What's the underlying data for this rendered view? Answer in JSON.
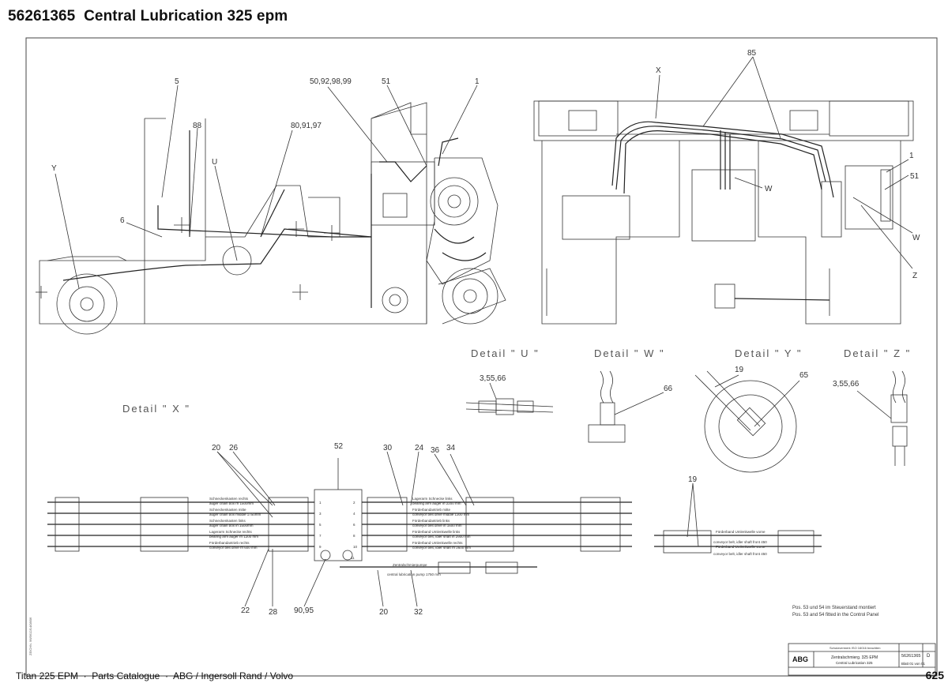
{
  "title": "56261365  Central Lubrication 325 epm",
  "footer": {
    "left": "Titan 225 EPM  ·  Parts Catalogue  ·  ABG / Ingersoll Rand / Volvo",
    "page": "625"
  },
  "details": {
    "u": "Detail \" U \"",
    "w": "Detail \" W \"",
    "y": "Detail \" Y \"",
    "z": "Detail \" Z \"",
    "x": "Detail \" X \""
  },
  "callouts": {
    "c5": "5",
    "c50": "50,92,98,99",
    "c51": "51",
    "c1": "1",
    "c88": "88",
    "c80": "80,91,97",
    "cU": "U",
    "cY": "Y",
    "c6": "6",
    "c85": "85",
    "cX": "X",
    "c1r": "1",
    "c51r": "51",
    "cW1": "W",
    "cW2": "W",
    "cZ": "Z",
    "c35a": "3,55,66",
    "c66": "66",
    "c19a": "19",
    "c65": "65",
    "c35b": "3,55,66",
    "c20a": "20",
    "c26": "26",
    "c52": "52",
    "c30": "30",
    "c24": "24",
    "c36": "36",
    "c34": "34",
    "c19b": "19",
    "c22": "22",
    "c28": "28",
    "c90": "90,95",
    "c20b": "20",
    "c32": "32"
  },
  "hose_labels_left": [
    [
      "Schneckenkasten rechts",
      "auger chain box rh 1500mm"
    ],
    [
      "Schneckenkasten mitte",
      "auger chain box middle 1750mm"
    ],
    [
      "Schneckenkasten links",
      "auger chain box lh 1500mm"
    ],
    [
      "Lagerarm Schnecke rechts",
      "bearing arm auger rh 1200 mm"
    ],
    [
      "Förderbandantrieb rechts",
      "conveyor belt drive rh 600 mm"
    ]
  ],
  "hose_labels_right": [
    [
      "Lagerarm Schnecke links",
      "bearing arm auger lh 2200 mm"
    ],
    [
      "Förderbandantrieb mitte",
      "conveyor belt drive middle 1300 mm"
    ],
    [
      "Förderbandantrieb links",
      "conveyor belt drive lh 1600 mm"
    ],
    [
      "Förderband Umlenkwelle links",
      "conveyor belt, idler shaft lh 2900 mm"
    ],
    [
      "Förderband Umlenkwelle rechts",
      "conveyor belt, idler shaft rh 2600 mm"
    ]
  ],
  "pump_label": [
    "Zentralschmierpumpe",
    "central lubrication pump 1750 mm"
  ],
  "idler_labels": [
    [
      "Förderband Umlenkwelle vorne",
      "conveyor belt, idler shaft front 450"
    ],
    [
      "Förderband Umlenkwelle vorne",
      "conveyor belt, idler shaft front 450"
    ]
  ],
  "block_ports": [
    "1",
    "2",
    "3",
    "4",
    "5",
    "6",
    "7",
    "8",
    "9",
    "10",
    "11"
  ],
  "notes": [
    "Pos. 53 und 54 im Steuerstand montiert",
    "Pos. 53 and 54 fitted in the Control Panel"
  ],
  "title_block": {
    "brand": "ABG",
    "doc_no": "56261365",
    "rev": "D",
    "name_de": "Zentralschmierg. 325 EPM",
    "name_en": "Central Lubrication 325",
    "sheet": "Blatt 01 von 01",
    "header": "Schutzvermerk ISO 16016 beachten",
    "side_code": "ZEICHN. 96/5612/14/08/06"
  }
}
